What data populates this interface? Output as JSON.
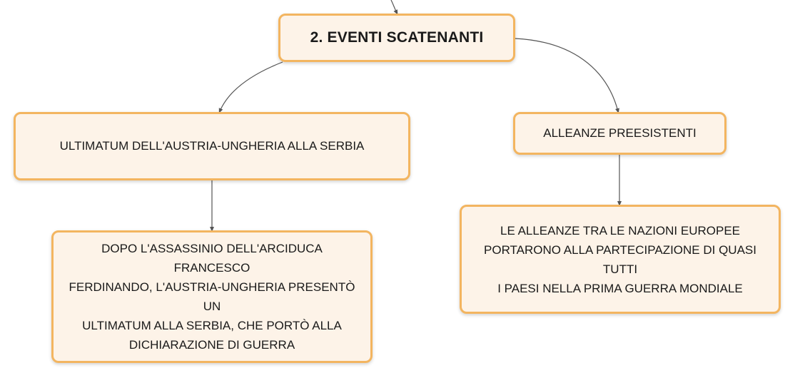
{
  "diagram": {
    "main_node": {
      "label": "2. EVENTI SCATENANTI"
    },
    "branch_left": {
      "label": "ULTIMATUM DELL'AUSTRIA-UNGHERIA ALLA SERBIA",
      "detail_lines": [
        "DOPO L'ASSASSINIO DELL'ARCIDUCA FRANCESCO",
        "FERDINANDO, L'AUSTRIA-UNGHERIA PRESENTÒ UN",
        "ULTIMATUM ALLA SERBIA, CHE PORTÒ ALLA",
        "DICHIARAZIONE DI GUERRA"
      ]
    },
    "branch_right": {
      "label": "ALLEANZE PREESISTENTI",
      "detail_lines": [
        "LE ALLEANZE TRA LE NAZIONI EUROPEE",
        "PORTARONO ALLA PARTECIPAZIONE DI QUASI TUTTI",
        "I PAESI NELLA PRIMA GUERRA MONDIALE"
      ]
    },
    "colors": {
      "node_fill": "#fdf3e8",
      "node_border": "#f3b560",
      "connector": "#555555"
    }
  }
}
